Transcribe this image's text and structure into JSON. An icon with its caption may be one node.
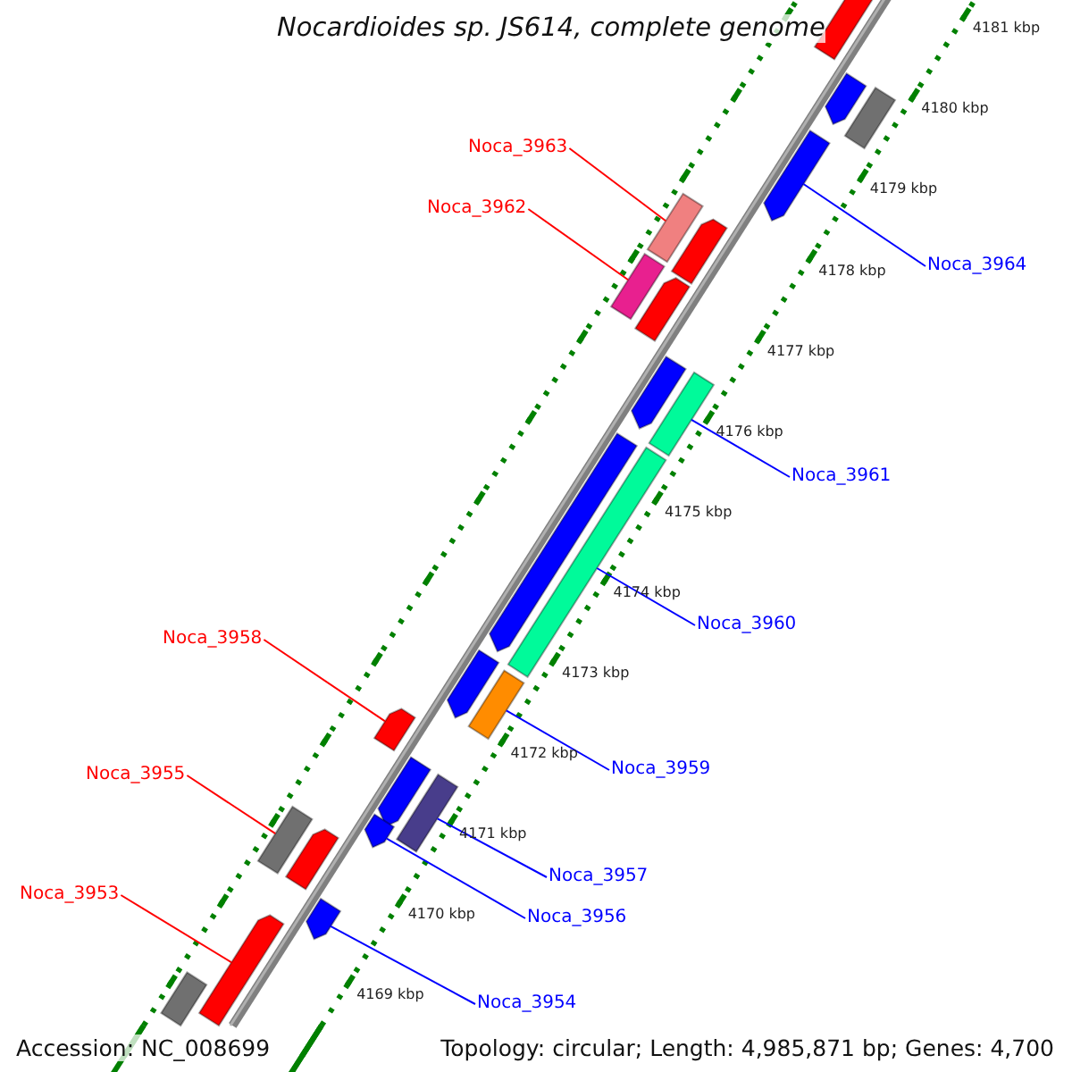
{
  "diagram": {
    "title": "Nocardioides sp. JS614, complete genome",
    "nodes": [
      {
        "text": [],
        "shape": "arrow"
      },
      {
        "text": [],
        "shape": "arrow"
      },
      {
        "text": [],
        "shape": "bar"
      },
      {
        "text": [],
        "shape": "arrow"
      },
      {
        "text": [],
        "shape": "bar"
      },
      {
        "text": [],
        "shape": "arrow"
      },
      {
        "text": [],
        "shape": "bar"
      },
      {
        "text": [],
        "shape": "arrow"
      },
      {
        "text": [],
        "shape": "arrow"
      },
      {
        "text": [],
        "shape": "bar"
      },
      {
        "text": [],
        "shape": "arrow"
      },
      {
        "text": [],
        "shape": "bar"
      },
      {
        "text": [],
        "shape": "arrow"
      },
      {
        "text": [],
        "shape": "bar"
      },
      {
        "text": [],
        "shape": "arrow"
      },
      {
        "text": [],
        "shape": "arrow"
      },
      {
        "text": [],
        "shape": "bar"
      },
      {
        "text": [],
        "shape": "arrow"
      },
      {
        "text": [],
        "shape": "bar"
      },
      {
        "text": [],
        "shape": "arrow"
      },
      {
        "text": [],
        "shape": "arrow"
      },
      {
        "text": [],
        "shape": "arrow"
      },
      {
        "text": [],
        "shape": "bar"
      },
      {
        "text": [
          "Noca_3963"
        ]
      },
      {
        "text": [
          "Noca_3962"
        ]
      },
      {
        "text": [
          "Noca_3964"
        ]
      },
      {
        "text": [
          "Noca_3961"
        ]
      },
      {
        "text": [
          "Noca_3960"
        ]
      },
      {
        "text": [
          "Noca_3958"
        ]
      },
      {
        "text": [
          "Noca_3959"
        ]
      },
      {
        "text": [
          "Noca_3955"
        ]
      },
      {
        "text": [
          "Noca_3957"
        ]
      },
      {
        "text": [
          "Noca_3953"
        ]
      },
      {
        "text": [
          "Noca_3956"
        ]
      },
      {
        "text": [
          "Noca_3954"
        ]
      }
    ],
    "edges": [
      {
        "from": 23,
        "to": 4,
        "arrow": "none",
        "color": "#ff0000"
      },
      {
        "from": 24,
        "to": 6,
        "arrow": "none",
        "color": "#ff0000"
      },
      {
        "from": 25,
        "to": 3,
        "arrow": "none"
      },
      {
        "from": 26,
        "to": 9,
        "arrow": "none"
      },
      {
        "from": 27,
        "to": 11,
        "arrow": "none"
      },
      {
        "from": 28,
        "to": 14,
        "arrow": "none",
        "color": "#ff0000"
      },
      {
        "from": 29,
        "to": 13,
        "arrow": "none"
      },
      {
        "from": 30,
        "to": 18,
        "arrow": "none",
        "color": "#ff0000"
      },
      {
        "from": 31,
        "to": 16,
        "arrow": "none"
      },
      {
        "from": 32,
        "to": 21,
        "arrow": "none",
        "color": "#ff0000"
      },
      {
        "from": 33,
        "to": 17,
        "arrow": "none"
      },
      {
        "from": 34,
        "to": 20,
        "arrow": "none"
      }
    ],
    "labels": [
      "4181 kbp",
      "4180 kbp",
      "4179 kbp",
      "4178 kbp",
      "4177 kbp",
      "4176 kbp",
      "4175 kbp",
      "4174 kbp",
      "4173 kbp",
      "4172 kbp",
      "4171 kbp",
      "4170 kbp",
      "4169 kbp",
      "Accession: NC_008699",
      "Topology: circular; Length: 4,985,871 bp; Genes: 4,700"
    ]
  }
}
